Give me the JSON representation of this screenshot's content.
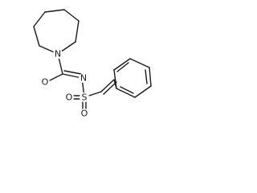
{
  "molecule": {
    "atoms": {
      "ring_nitrogen": "N",
      "carbonyl_oxygen": "O",
      "imine_nitrogen": "N",
      "sulfur": "S",
      "sulfonyl_oxygen_left": "O",
      "sulfonyl_oxygen_bottom": "O"
    }
  },
  "colors": {
    "bond": "#1a1a1a",
    "label": "#1a1a1a",
    "background": "#ffffff"
  }
}
